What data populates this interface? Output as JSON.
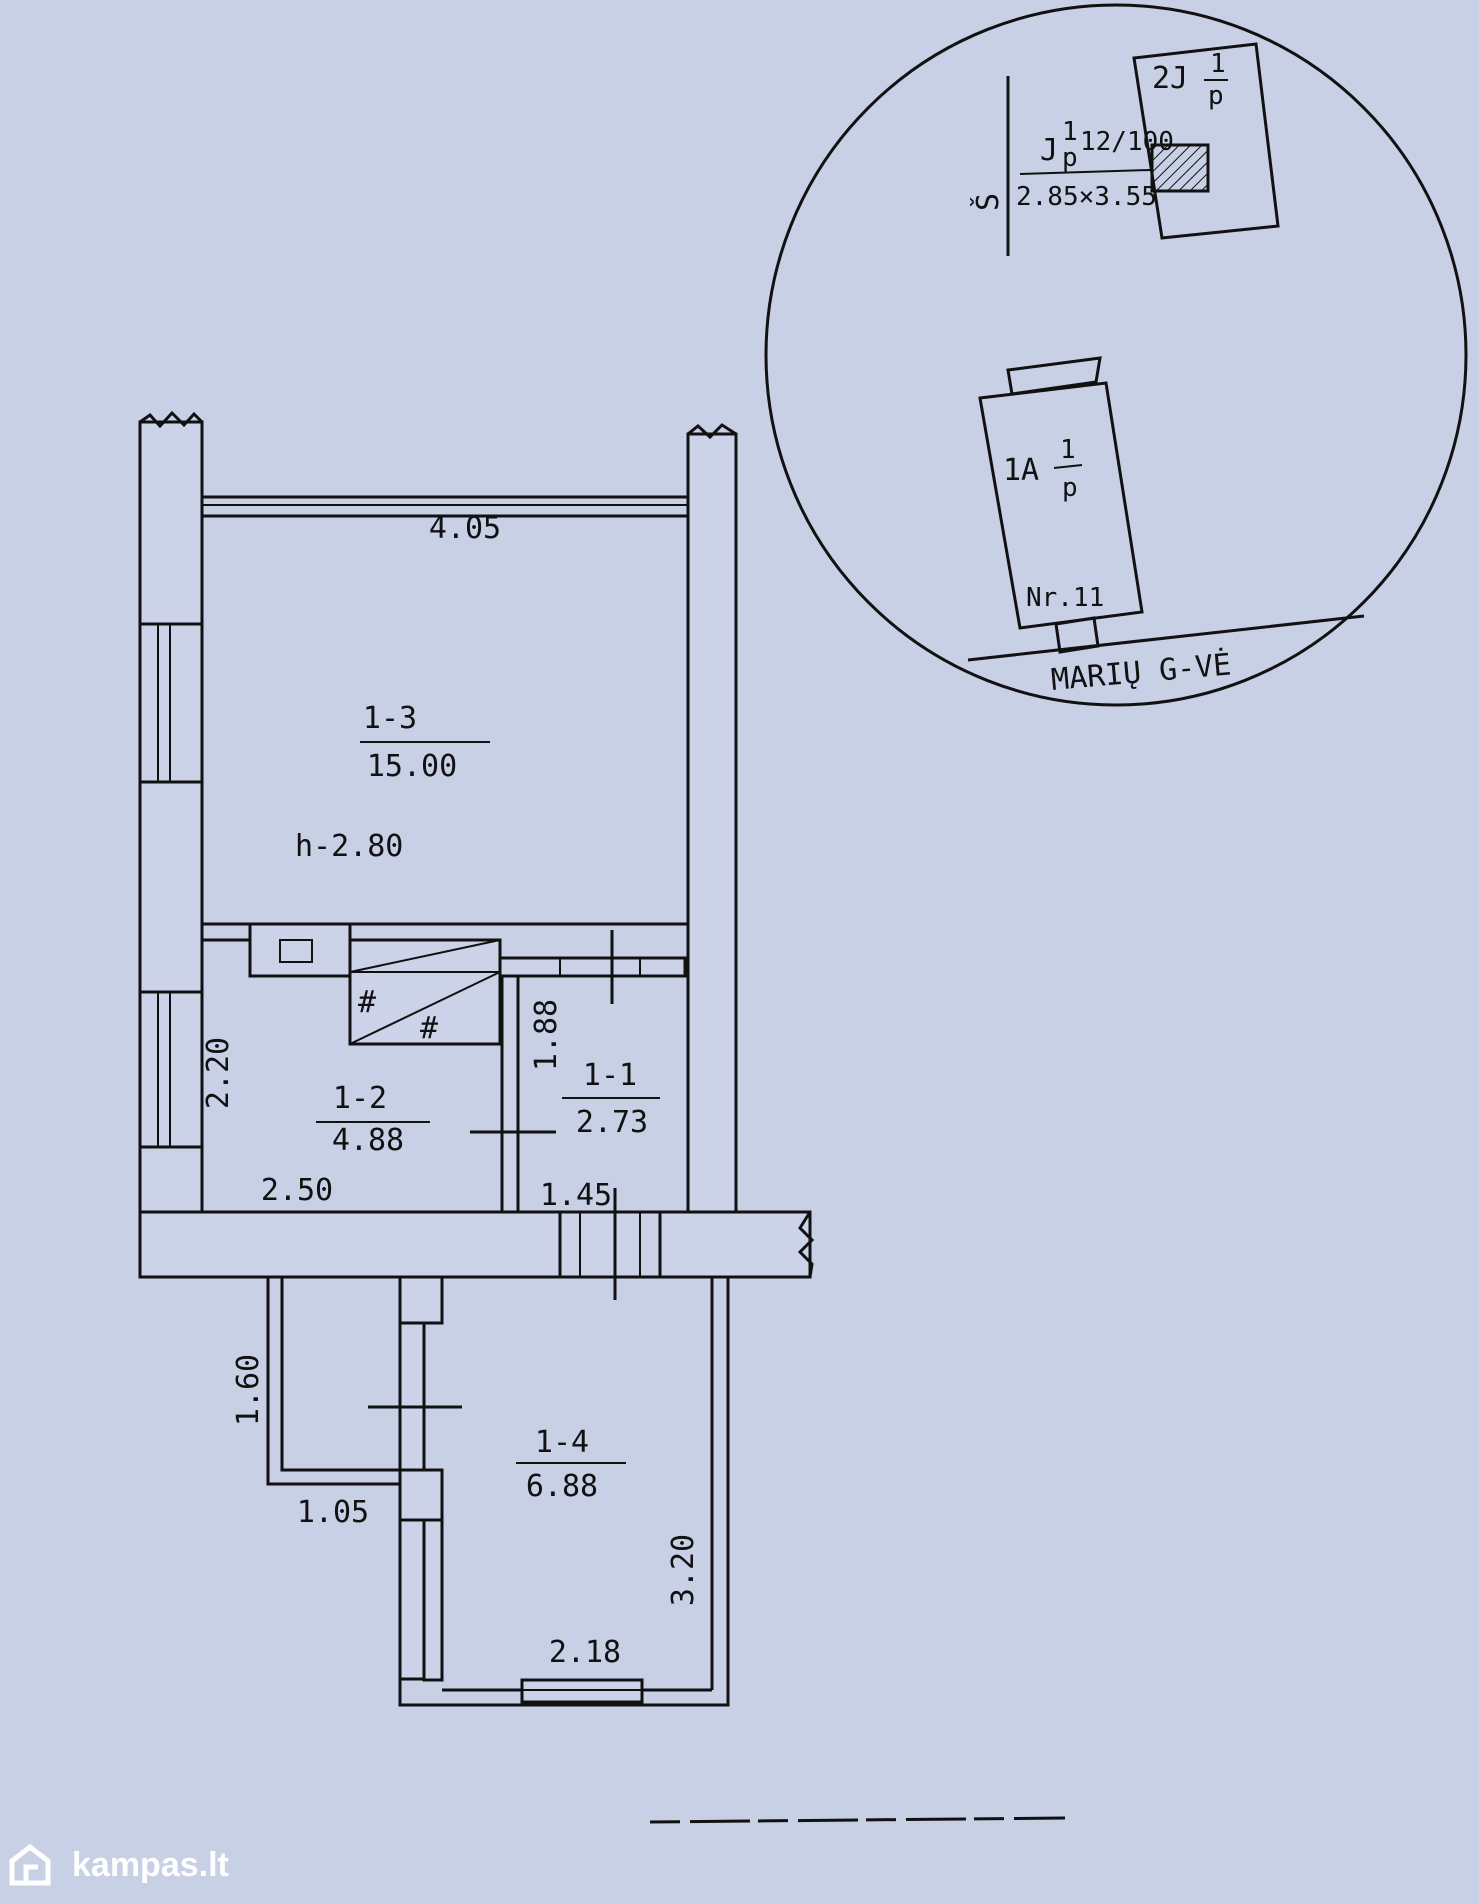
{
  "plan": {
    "rooms": [
      {
        "id": "1-3",
        "area": "15.00"
      },
      {
        "id": "1-2",
        "area": "4.88"
      },
      {
        "id": "1-1",
        "area": "2.73"
      },
      {
        "id": "1-4",
        "area": "6.88"
      }
    ],
    "height": "h-2.80",
    "dims": {
      "top": "4.05",
      "d220": "2.20",
      "d250": "2.50",
      "d188": "1.88",
      "d145": "1.45",
      "d160": "1.60",
      "d105": "1.05",
      "d320": "3.20",
      "d218": "2.18"
    }
  },
  "site": {
    "north": "Š",
    "shed_num": "J",
    "shed_frac_top": "1",
    "shed_frac_bot": "p",
    "shed_ratio": "12/100",
    "shed_size": "2.85×3.55",
    "b2_num": "2J",
    "b2_frac_top": "1",
    "b2_frac_bot": "p",
    "house_num": "1A",
    "house_frac_top": "1",
    "house_frac_bot": "p",
    "house_no": "Nr.11",
    "street": "MARIŲ G-VĖ"
  },
  "brand": {
    "name": "kampas.lt"
  },
  "colors": {
    "paper": "#c8d0e6",
    "ink": "#111111"
  }
}
